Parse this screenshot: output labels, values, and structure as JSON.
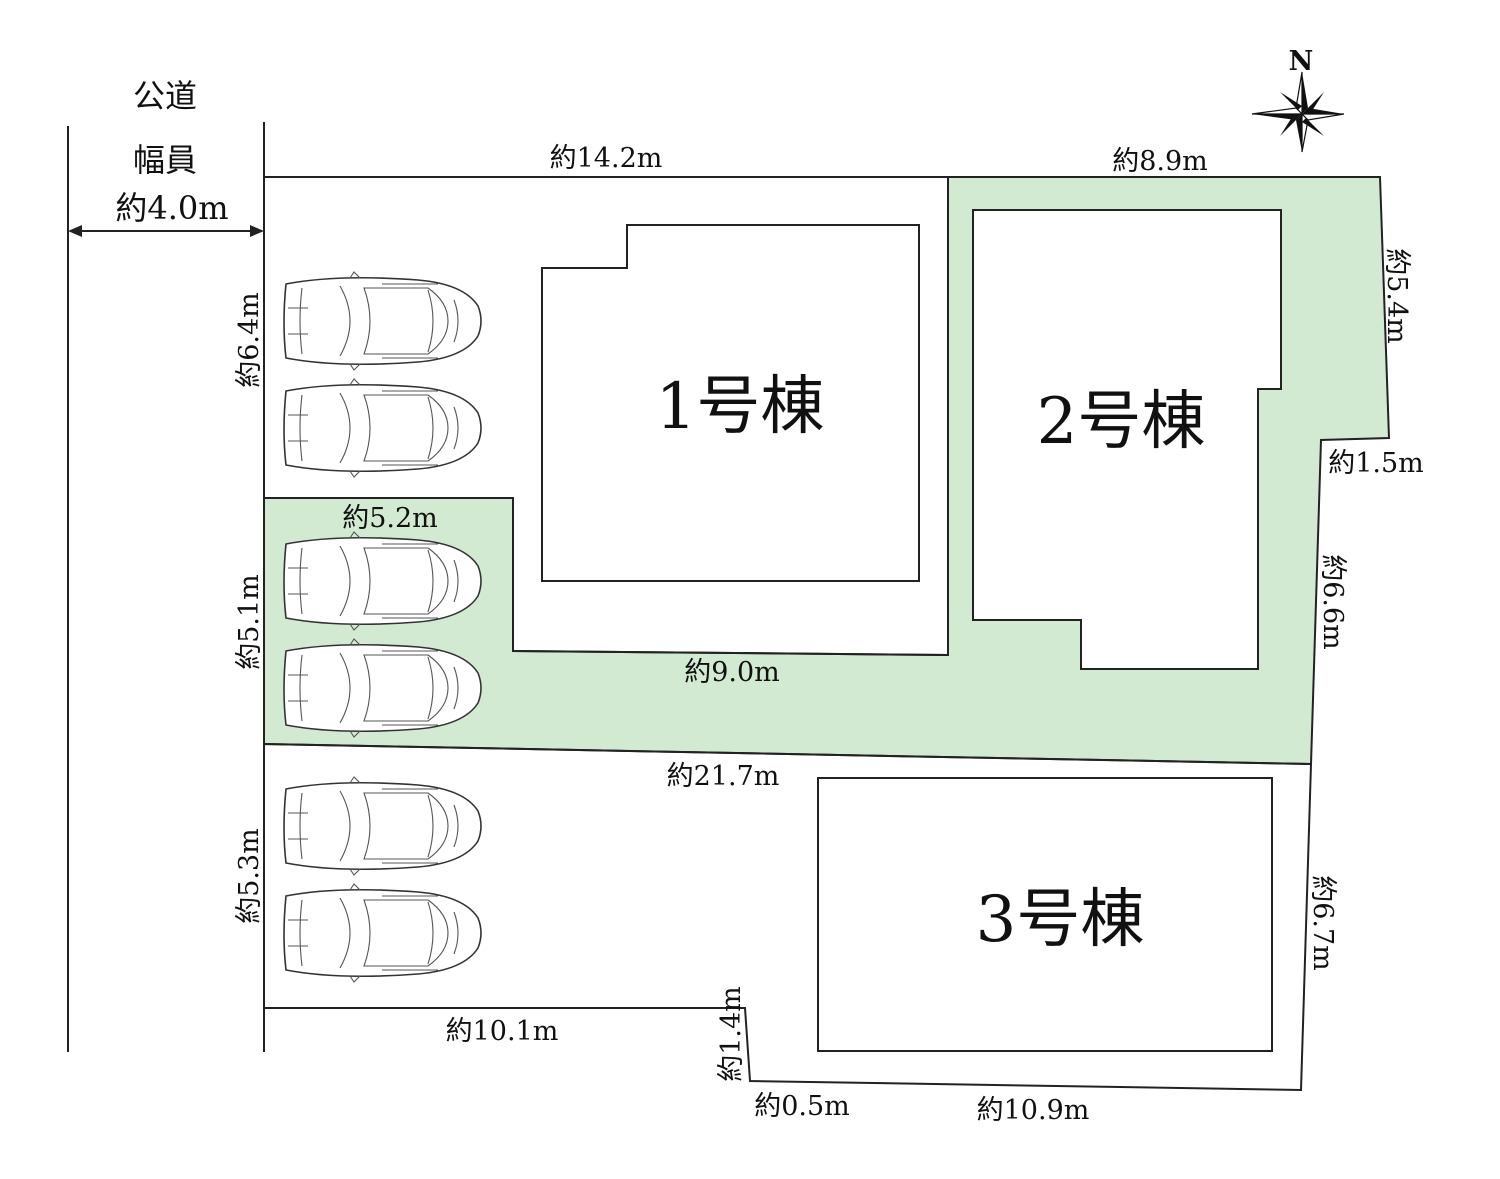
{
  "road": {
    "name": "公道",
    "width_label": "幅員",
    "width_value": "約4.0m"
  },
  "compass": {
    "north_label": "N"
  },
  "buildings": [
    {
      "label": "1号棟"
    },
    {
      "label": "2号棟"
    },
    {
      "label": "3号棟"
    }
  ],
  "dimensions": {
    "lot1_top": "約14.2m",
    "lot1_left": "約6.4m",
    "lot2_top": "約8.9m",
    "lot2_right_upper": "約5.4m",
    "lot2_step": "約1.5m",
    "lot2_right_lower": "約6.6m",
    "lot2_driveway_top": "約5.2m",
    "lot2_driveway_left": "約5.1m",
    "lot2_inner_bottom": "約9.0m",
    "lot3_top": "約21.7m",
    "lot3_left": "約5.3m",
    "lot3_right": "約6.7m",
    "lot3_bottom_left": "約10.1m",
    "lot3_notch_height": "約1.4m",
    "lot3_notch_width": "約0.5m",
    "lot3_bottom_right": "約10.9m"
  },
  "colors": {
    "green_lot": "#d3ead2",
    "line": "#222222",
    "background": "#ffffff"
  }
}
